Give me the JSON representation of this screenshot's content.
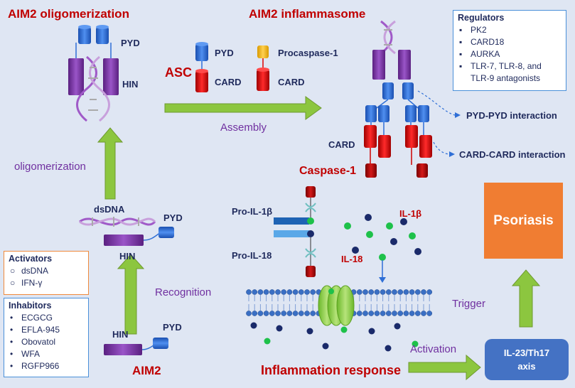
{
  "titles": {
    "oligomerization": "AIM2 oligomerization",
    "inflammasome": "AIM2 inflammasome",
    "aim2": "AIM2",
    "inflammation_response": "Inflammation response",
    "caspase1": "Caspase-1"
  },
  "labels": {
    "pyd": "PYD",
    "hin": "HIN",
    "asc": "ASC",
    "card": "CARD",
    "procaspase1": "Procaspase-1",
    "dsdna": "dsDNA",
    "pro_il1b": "Pro-IL-1β",
    "pro_il18": "Pro-IL-18",
    "il1b": "IL-1β",
    "il18": "IL-18",
    "pyd_pyd": "PYD-PYD interaction",
    "card_card": "CARD-CARD interaction",
    "psoriasis": "Psoriasis",
    "il23_line1": "IL-23/Th17",
    "il23_line2": "axis"
  },
  "steps": {
    "assembly": "Assembly",
    "oligomerization": "oligomerization",
    "recognition": "Recognition",
    "activation": "Activation",
    "trigger": "Trigger"
  },
  "regulators": {
    "title": "Regulators",
    "items": [
      "PK2",
      "CARD18",
      "AURKA",
      "TLR-7, TLR-8, and",
      "TLR-9 antagonists"
    ],
    "bullets": [
      "▪",
      "▪",
      "▪",
      "▪",
      ""
    ]
  },
  "activators": {
    "title": "Activators",
    "items": [
      "dsDNA",
      "IFN-γ"
    ],
    "bullet": "○"
  },
  "inhibitors": {
    "title": "Inhabitors",
    "items": [
      "ECGCG",
      "EFLA-945",
      "Obovatol",
      "WFA",
      "RGFP966"
    ],
    "bullet": "•"
  },
  "colors": {
    "background": "#dfe6f3",
    "pyd_blue": "#2f6fd6",
    "hin_purple": "#7030a0",
    "card_red": "#e00000",
    "caspase_darkred": "#b00000",
    "procaspase_yellow": "#ffc000",
    "arrow_green": "#8cc63f",
    "psoriasis_orange": "#f07d32",
    "il23_blue": "#4472c4",
    "title_red": "#c00000",
    "step_purple": "#7030a0"
  }
}
